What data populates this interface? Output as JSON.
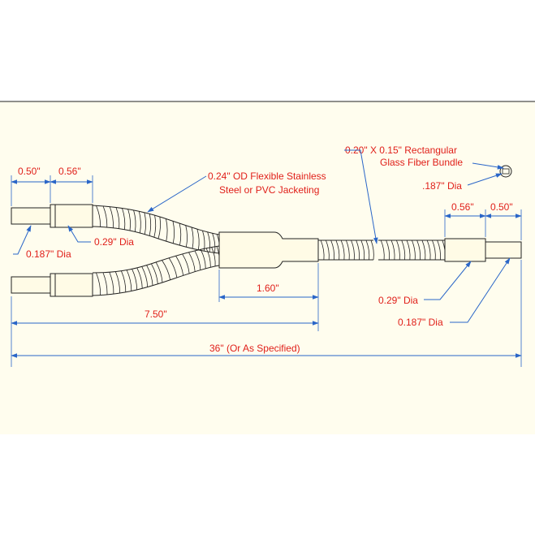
{
  "colors": {
    "page_background": "#ffffff",
    "drawing_background": "#fffdee",
    "border_line": "#222222",
    "dimension_line": "#2a66c8",
    "label_text": "#e0201a",
    "part_outline": "#222222"
  },
  "labels": {
    "left_dim_a": "0.50\"",
    "left_dim_b": "0.56\"",
    "jacket_line1": "0.24\" OD Flexible Stainless",
    "jacket_line2": "Steel or PVC Jacketing",
    "bundle_line1": "0.20\" X 0.15\" Rectangular",
    "bundle_line2": "Glass Fiber Bundle",
    "bundle_dia": ".187\" Dia",
    "left_ferrule_dia": "0.29\" Dia",
    "left_tip_dia": "0.187\" Dia",
    "right_dim_a": "0.56\"",
    "right_dim_b": "0.50\"",
    "breakout_length": "1.60\"",
    "branch_length": "7.50\"",
    "right_ferrule_dia": "0.29\" Dia",
    "right_tip_dia": "0.187\" Dia",
    "overall_length": "36\" (Or As Specified)"
  }
}
